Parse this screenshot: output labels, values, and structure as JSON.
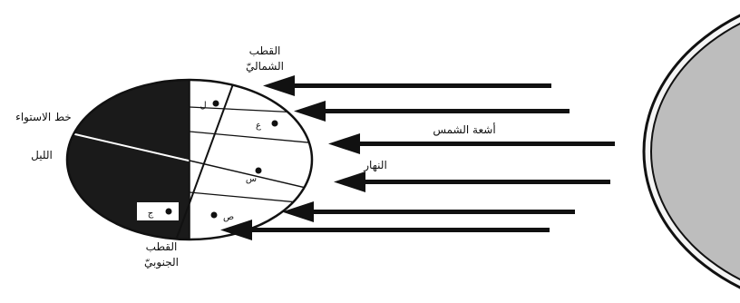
{
  "labels": {
    "north_pole_line1": "القطب",
    "north_pole_line2": "الشماليّ",
    "south_pole_line1": "القطب",
    "south_pole_line2": "الجنوبيّ",
    "equator": "خط الاستواء",
    "night": "الليل",
    "day": "النهار",
    "sun_rays": "أشعة الشمس"
  },
  "points": {
    "l": "ل",
    "a": "ع",
    "s": "س",
    "sad": "ص",
    "j": "ج"
  },
  "colors": {
    "night_side": "#1a1a1a",
    "sun": "#bdbdbd",
    "lines": "#111111"
  }
}
